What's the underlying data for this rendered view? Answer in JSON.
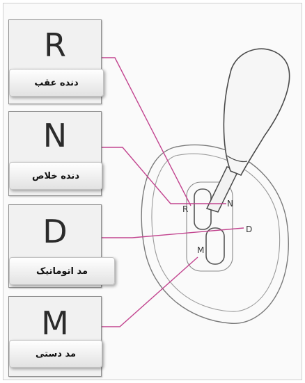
{
  "cards": [
    {
      "letter": "R",
      "caption": "دنده عقب"
    },
    {
      "letter": "N",
      "caption": "دنده خلاص"
    },
    {
      "letter": "D",
      "caption": "مد اتوماتیک"
    },
    {
      "letter": "M",
      "caption": "مد دستی"
    }
  ],
  "gate_labels": {
    "r": "R",
    "n": "N",
    "d": "D",
    "m": "M"
  },
  "colors": {
    "leader_line": "#c2448f"
  }
}
